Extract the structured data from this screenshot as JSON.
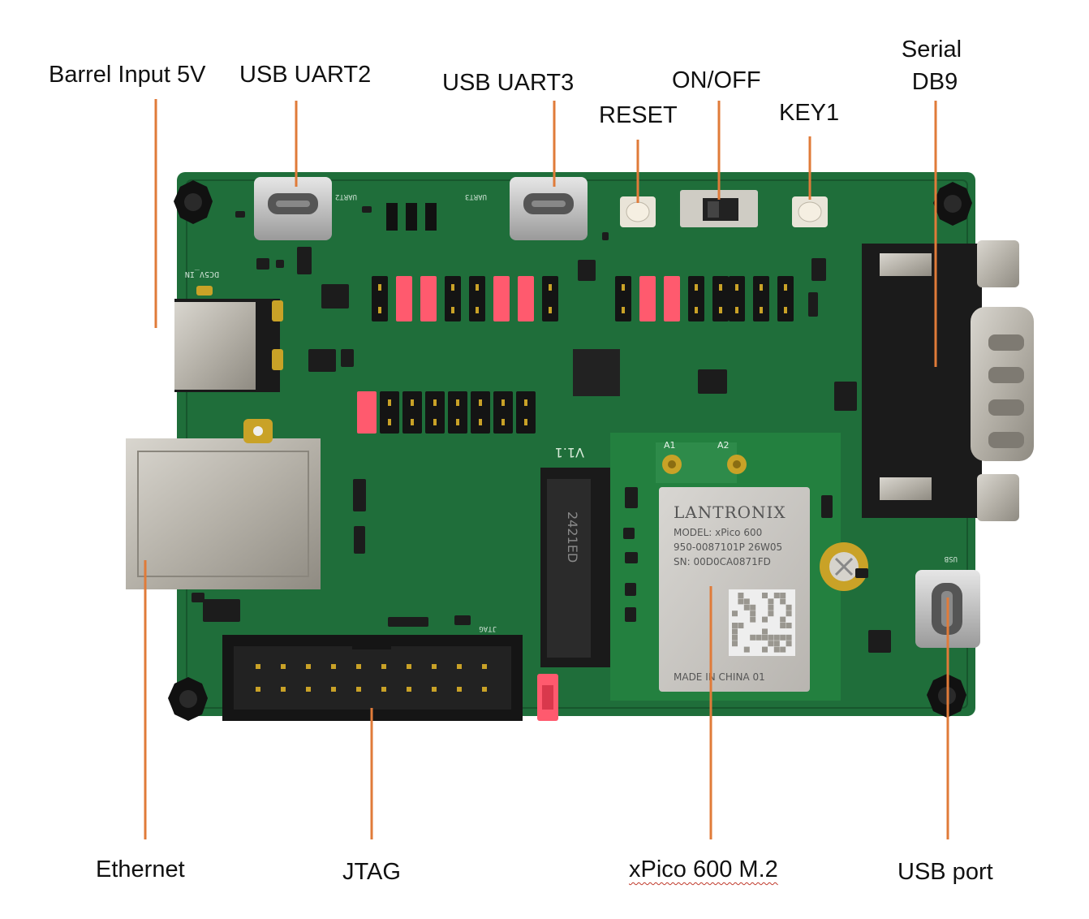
{
  "labels": {
    "barrel": "Barrel Input 5V",
    "uart2": "USB UART2",
    "uart3": "USB UART3",
    "onoff": "ON/OFF",
    "reset": "RESET",
    "key1": "KEY1",
    "serial_line1": "Serial",
    "serial_line2": "DB9",
    "ethernet": "Ethernet",
    "jtag": "JTAG",
    "xpico": "xPico 600 M.2",
    "usbport": "USB port"
  },
  "module": {
    "brand": "LANTRONIX",
    "model": "MODEL: xPico 600",
    "part": "950-0087101P 26W05",
    "serial": "SN: 00D0CA0871FD",
    "origin": "MADE IN CHINA 01",
    "antenna1": "A1",
    "antenna2": "A2"
  },
  "board": {
    "version": "V1.1",
    "m2_code": "2421ED",
    "silk_uart2": "UART2",
    "silk_uart3": "UART3",
    "silk_usb": "USB",
    "silk_jtag": "JTAG",
    "silk_dc": "DC5V_IN"
  },
  "colors": {
    "pcb": "#1f6e3a",
    "pcb_dark": "#17562d",
    "leader": "#e07b39",
    "jumper": "#ff5a6e",
    "metal": "#b9b6ae"
  }
}
